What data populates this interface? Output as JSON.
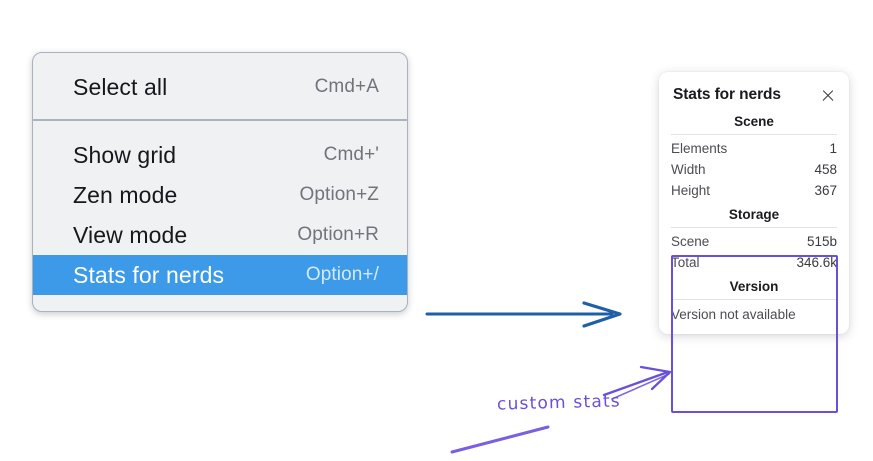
{
  "context_menu": {
    "name": "canvas-context-menu",
    "groups": [
      {
        "items": [
          {
            "label": "Select all",
            "shortcut": "Cmd+A",
            "selected": false
          }
        ]
      },
      {
        "items": [
          {
            "label": "Show grid",
            "shortcut": "Cmd+'",
            "selected": false
          },
          {
            "label": "Zen mode",
            "shortcut": "Option+Z",
            "selected": false
          },
          {
            "label": "View mode",
            "shortcut": "Option+R",
            "selected": false
          },
          {
            "label": "Stats for nerds",
            "shortcut": "Option+/",
            "selected": true
          }
        ]
      }
    ],
    "highlight_color": "#3c9ae8",
    "background_color": "#f0f1f3"
  },
  "stats_panel": {
    "title": "Stats for nerds",
    "close_icon": "close-icon",
    "sections": [
      {
        "heading": "Scene",
        "rows": [
          {
            "key": "Elements",
            "value": "1"
          },
          {
            "key": "Width",
            "value": "458"
          },
          {
            "key": "Height",
            "value": "367"
          }
        ]
      },
      {
        "heading": "Storage",
        "rows": [
          {
            "key": "Scene",
            "value": "515b"
          },
          {
            "key": "Total",
            "value": "346.6k"
          }
        ]
      },
      {
        "heading": "Version",
        "note": "Version not available",
        "rows": []
      }
    ]
  },
  "annotations": {
    "flow_arrow": {
      "name": "flow-arrow",
      "color": "#1f5fa8"
    },
    "callout": {
      "text": "custom stats",
      "color": "#6b4fd8",
      "highlight_box_color": "#6b4fd8"
    }
  }
}
